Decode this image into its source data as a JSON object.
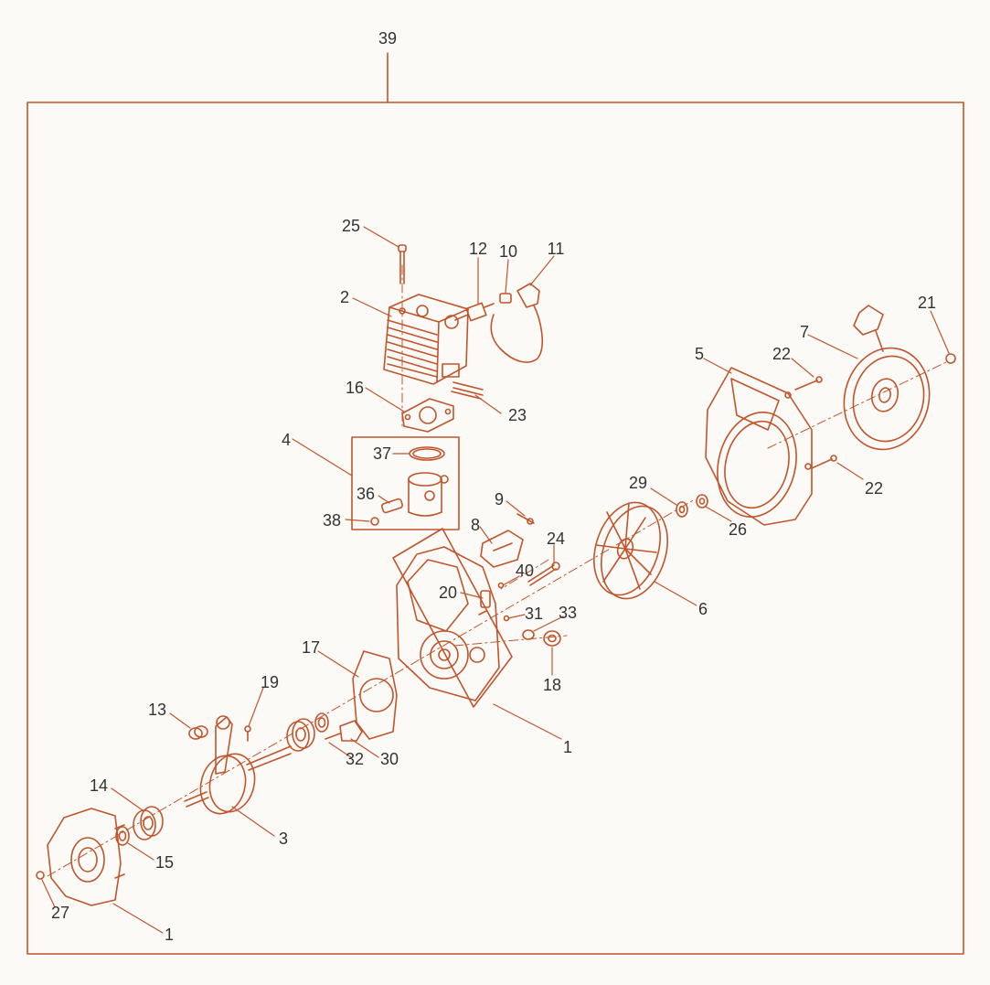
{
  "diagram": {
    "line_color": "#c0552c",
    "text_color": "#333333",
    "bg_color": "#fbfaf7",
    "assembly_label": "39",
    "callouts": [
      {
        "id": "c-25",
        "label": "25"
      },
      {
        "id": "c-12",
        "label": "12"
      },
      {
        "id": "c-10",
        "label": "10"
      },
      {
        "id": "c-11",
        "label": "11"
      },
      {
        "id": "c-2",
        "label": "2"
      },
      {
        "id": "c-16",
        "label": "16"
      },
      {
        "id": "c-23",
        "label": "23"
      },
      {
        "id": "c-4",
        "label": "4"
      },
      {
        "id": "c-37",
        "label": "37"
      },
      {
        "id": "c-36",
        "label": "36"
      },
      {
        "id": "c-38",
        "label": "38"
      },
      {
        "id": "c-9",
        "label": "9"
      },
      {
        "id": "c-8",
        "label": "8"
      },
      {
        "id": "c-24",
        "label": "24"
      },
      {
        "id": "c-40",
        "label": "40"
      },
      {
        "id": "c-20",
        "label": "20"
      },
      {
        "id": "c-31",
        "label": "31"
      },
      {
        "id": "c-33",
        "label": "33"
      },
      {
        "id": "c-18",
        "label": "18"
      },
      {
        "id": "c-1a",
        "label": "1"
      },
      {
        "id": "c-29",
        "label": "29"
      },
      {
        "id": "c-26",
        "label": "26"
      },
      {
        "id": "c-6",
        "label": "6"
      },
      {
        "id": "c-5",
        "label": "5"
      },
      {
        "id": "c-22a",
        "label": "22"
      },
      {
        "id": "c-22b",
        "label": "22"
      },
      {
        "id": "c-7",
        "label": "7"
      },
      {
        "id": "c-21",
        "label": "21"
      },
      {
        "id": "c-17",
        "label": "17"
      },
      {
        "id": "c-19",
        "label": "19"
      },
      {
        "id": "c-13",
        "label": "13"
      },
      {
        "id": "c-32",
        "label": "32"
      },
      {
        "id": "c-30",
        "label": "30"
      },
      {
        "id": "c-3",
        "label": "3"
      },
      {
        "id": "c-14",
        "label": "14"
      },
      {
        "id": "c-15",
        "label": "15"
      },
      {
        "id": "c-27",
        "label": "27"
      },
      {
        "id": "c-1b",
        "label": "1"
      }
    ]
  }
}
